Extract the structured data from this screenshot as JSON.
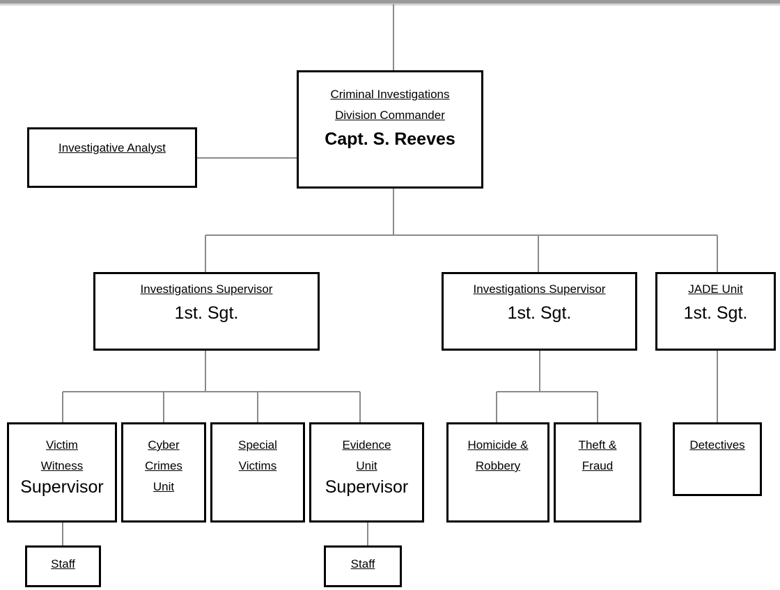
{
  "commander": {
    "title_line1": "Criminal Investigations",
    "title_line2": "Division Commander",
    "name": "Capt. S. Reeves"
  },
  "analyst": {
    "title": "Investigative Analyst"
  },
  "supervisor_left": {
    "title": "Investigations Supervisor",
    "rank": "1st. Sgt."
  },
  "supervisor_right": {
    "title": "Investigations Supervisor",
    "rank": "1st. Sgt."
  },
  "jade": {
    "title": "JADE Unit",
    "rank": "1st. Sgt."
  },
  "victim_witness": {
    "line1": "Victim",
    "line2": "Witness",
    "role": "Supervisor"
  },
  "cyber_crimes": {
    "line1": "Cyber",
    "line2": "Crimes",
    "line3": "Unit"
  },
  "special_victims": {
    "line1": "Special",
    "line2": "Victims"
  },
  "evidence_unit": {
    "line1": "Evidence",
    "line2": "Unit",
    "role": "Supervisor"
  },
  "homicide": {
    "line1": "Homicide &",
    "line2": "Robbery"
  },
  "theft": {
    "line1": "Theft &",
    "line2": "Fraud"
  },
  "detectives": {
    "label": "Detectives"
  },
  "staff_left": {
    "label": "Staff"
  },
  "staff_right": {
    "label": "Staff"
  }
}
